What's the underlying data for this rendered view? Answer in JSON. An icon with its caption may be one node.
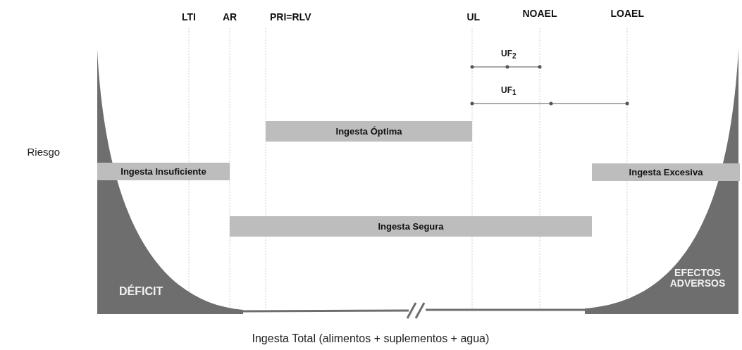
{
  "diagram": {
    "nodes": [
      {
        "text": [
          "Ingesta Óptima"
        ]
      },
      {
        "text": [
          "Ingesta Insuficiente"
        ]
      },
      {
        "text": [
          "Ingesta Excesiva"
        ]
      },
      {
        "text": [
          "Ingesta Segura"
        ]
      }
    ],
    "labels": [
      "LTI",
      "AR",
      "PRI=RLV",
      "UL",
      "NOAEL",
      "LOAEL",
      "UF$_{2}$",
      "UF$_{1}$",
      "Riesgo",
      "DÉFICIT",
      "EFECTOS ADVERSOS",
      "Ingesta Total (alimentos + suplementos + agua)"
    ]
  }
}
